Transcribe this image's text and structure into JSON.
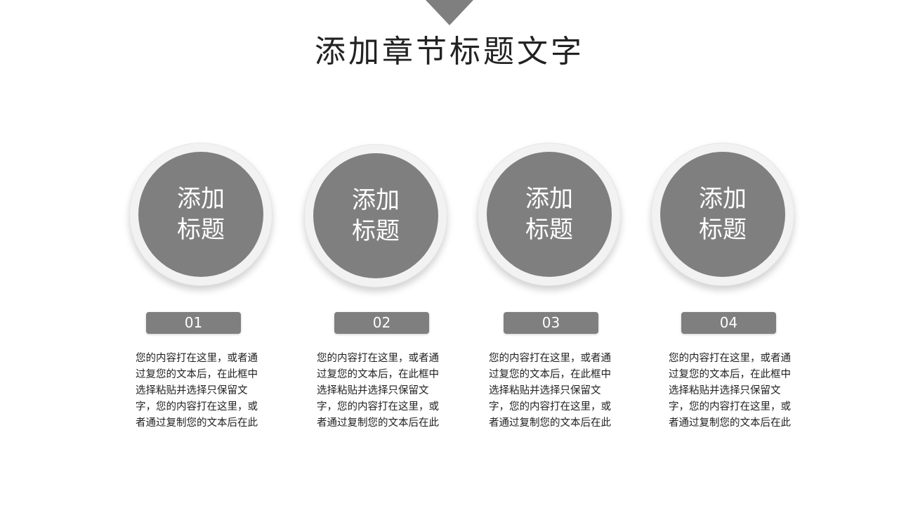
{
  "header": {
    "title": "添加章节标题文字"
  },
  "items": [
    {
      "title_line1": "添加",
      "title_line2": "标题",
      "number": "01",
      "description": "您的内容打在这里，或者通过复您的文本后，在此框中选择粘贴并选择只保留文字，您的内容打在这里，或者通过复制您的文本后在此"
    },
    {
      "title_line1": "添加",
      "title_line2": "标题",
      "number": "02",
      "description": "您的内容打在这里，或者通过复您的文本后，在此框中选择粘贴并选择只保留文字，您的内容打在这里，或者通过复制您的文本后在此"
    },
    {
      "title_line1": "添加",
      "title_line2": "标题",
      "number": "03",
      "description": "您的内容打在这里，或者通过复您的文本后，在此框中选择粘贴并选择只保留文字，您的内容打在这里，或者通过复制您的文本后在此"
    },
    {
      "title_line1": "添加",
      "title_line2": "标题",
      "number": "04",
      "description": "您的内容打在这里，或者通过复您的文本后，在此框中选择粘贴并选择只保留文字，您的内容打在这里，或者通过复制您的文本后在此"
    }
  ],
  "colors": {
    "accent": "#7f7f7f",
    "ring": "#f2f2f2",
    "text": "#222222"
  }
}
